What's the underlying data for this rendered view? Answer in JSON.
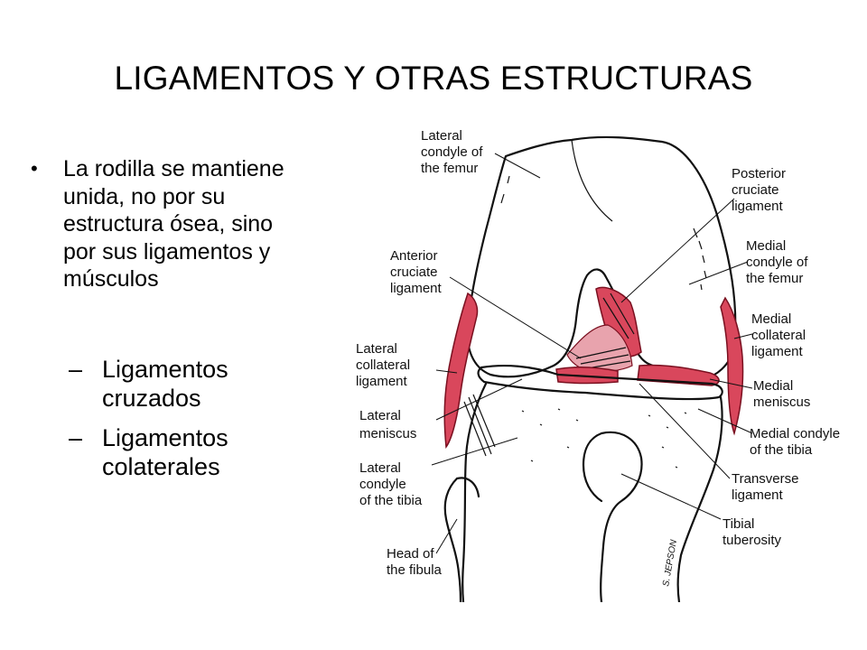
{
  "slide": {
    "title": "LIGAMENTOS Y OTRAS ESTRUCTURAS",
    "bullet": {
      "lines": [
        "La rodilla se mantiene",
        "unida, no por su",
        "estructura ósea, sino",
        "por sus ligamentos y",
        "músculos"
      ]
    },
    "subbullets": [
      {
        "lines": [
          "Ligamentos",
          "cruzados"
        ]
      },
      {
        "lines": [
          "Ligamentos",
          "colaterales"
        ]
      }
    ]
  },
  "figure": {
    "labels": {
      "lateral_condyle_femur": [
        "Lateral",
        "condyle of",
        "the femur"
      ],
      "posterior_cruciate": [
        "Posterior",
        "cruciate",
        "ligament"
      ],
      "anterior_cruciate": [
        "Anterior",
        "cruciate",
        "ligament"
      ],
      "medial_condyle_femur": [
        "Medial",
        "condyle of",
        "the femur"
      ],
      "medial_collateral": [
        "Medial",
        "collateral",
        "ligament"
      ],
      "lateral_collateral": [
        "Lateral",
        "collateral",
        "ligament"
      ],
      "medial_meniscus": [
        "Medial",
        "meniscus"
      ],
      "lateral_meniscus": [
        "Lateral",
        "meniscus"
      ],
      "medial_condyle_tibia": [
        "Medial condyle",
        "of the tibia"
      ],
      "lateral_condyle_tibia": [
        "Lateral",
        "condyle",
        "of the tibia"
      ],
      "transverse": [
        "Transverse",
        "ligament"
      ],
      "tibial_tuberosity": [
        "Tibial",
        "tuberosity"
      ],
      "head_fibula": [
        "Head of",
        "the fibula"
      ]
    },
    "signature": "S. JEPSON",
    "ligament_color": "#d9475c"
  }
}
